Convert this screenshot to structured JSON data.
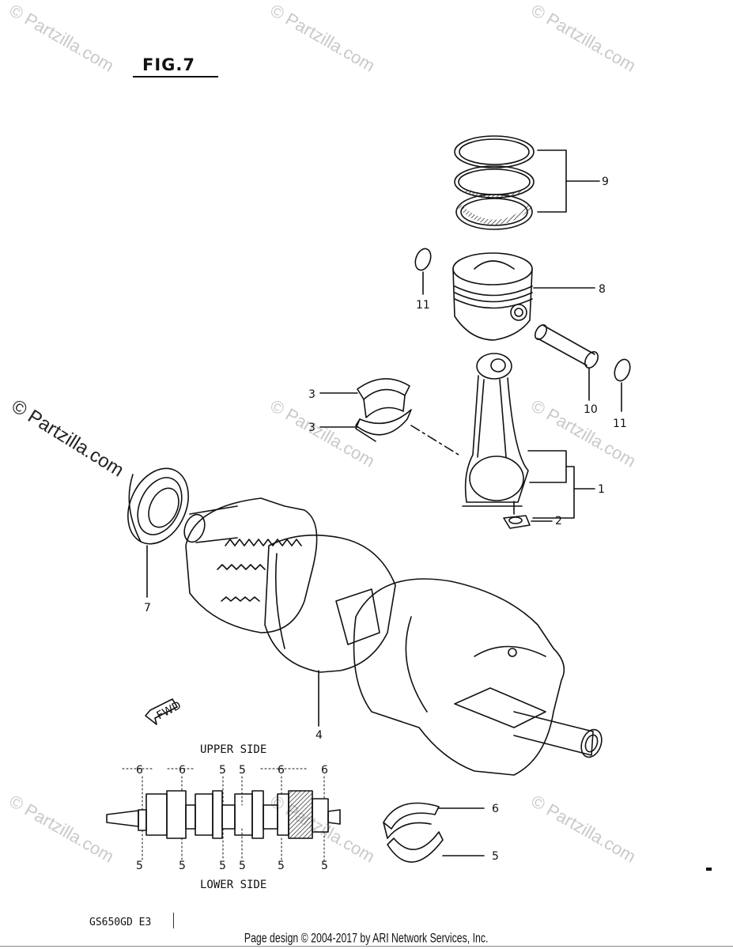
{
  "figure": {
    "title": "FIG.7",
    "upper_side": "UPPER SIDE",
    "lower_side": "LOWER SIDE",
    "fwd_label": "FWD",
    "model_code": "GS650GD E3"
  },
  "watermarks": {
    "text": "© Partzilla.com",
    "left_text": "© Partzilla.com"
  },
  "callouts": [
    {
      "id": "c9",
      "label": "9"
    },
    {
      "id": "c8",
      "label": "8"
    },
    {
      "id": "c11a",
      "label": "11"
    },
    {
      "id": "c11b",
      "label": "11"
    },
    {
      "id": "c10",
      "label": "10"
    },
    {
      "id": "c3a",
      "label": "3"
    },
    {
      "id": "c3b",
      "label": "3"
    },
    {
      "id": "c1",
      "label": "1"
    },
    {
      "id": "c2",
      "label": "2"
    },
    {
      "id": "c7",
      "label": "7"
    },
    {
      "id": "c4",
      "label": "4"
    },
    {
      "id": "c6",
      "label": "6"
    },
    {
      "id": "c5",
      "label": "5"
    }
  ],
  "bearing_map": {
    "upper": [
      "6",
      "6",
      "5",
      "5",
      "6",
      "6"
    ],
    "lower": [
      "5",
      "5",
      "5",
      "5",
      "5",
      "5"
    ]
  },
  "footer": {
    "text": "Page design © 2004-2017 by ARI Network Services, Inc."
  }
}
